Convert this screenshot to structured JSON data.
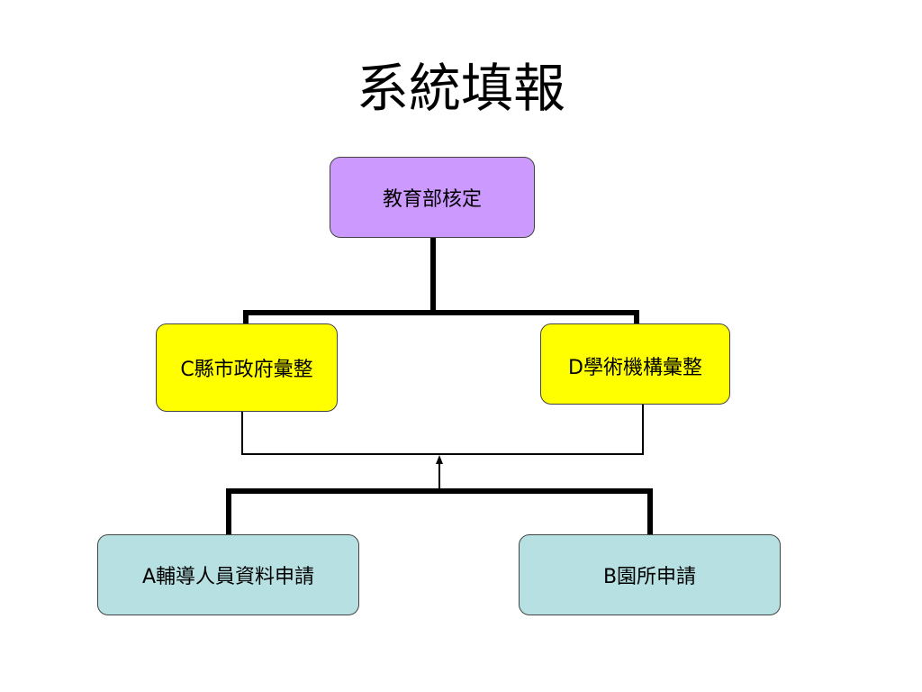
{
  "title": "系統填報",
  "nodes": {
    "moe_approval": "教育部核定",
    "county_compile": "C縣市政府彙整",
    "academic_compile": "D學術機構彙整",
    "counselor_apply": "A輔導人員資料申請",
    "kindergarten_apply": "B園所申請"
  },
  "colors": {
    "top_node": "#cc99ff",
    "middle_nodes": "#ffff00",
    "bottom_nodes": "#b7e0e2",
    "lines": "#000000"
  }
}
